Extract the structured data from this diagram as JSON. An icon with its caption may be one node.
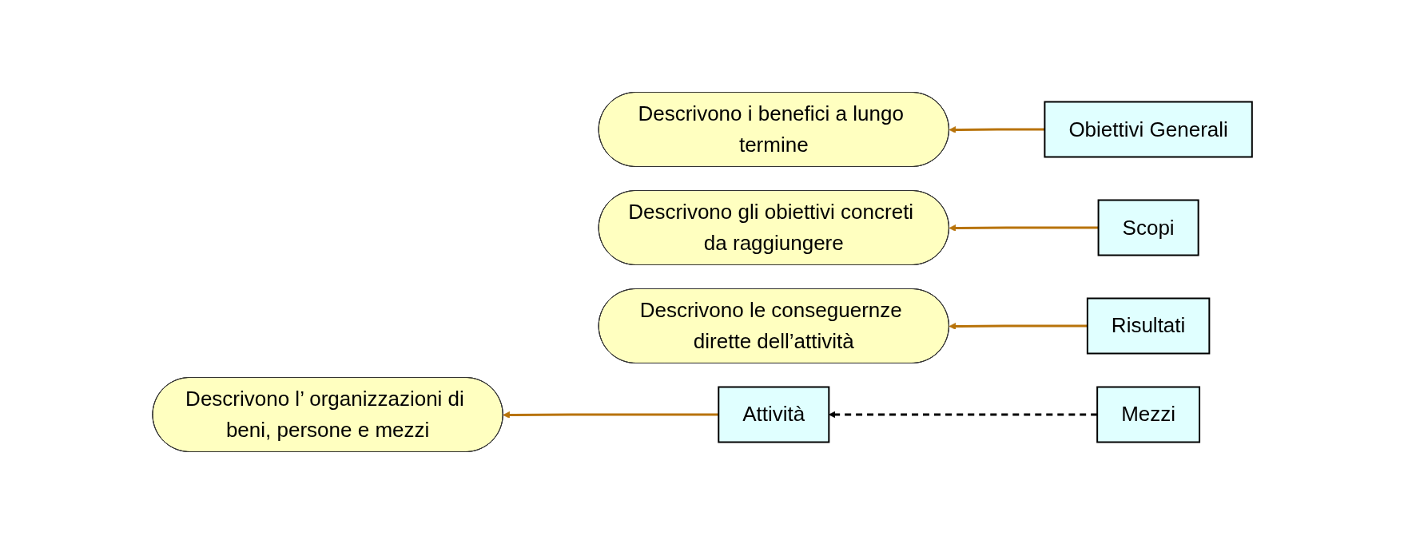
{
  "diagram": {
    "nodes": [
      {
        "text": [
          "Descrivono i benefici a lungo termine"
        ]
      },
      {
        "text": [
          "Obiettivi Generali"
        ]
      },
      {
        "text": [
          "Descrivono gli obiettivi concreti da raggiungere"
        ]
      },
      {
        "text": [
          "Scopi"
        ]
      },
      {
        "text": [
          "Descrivono le conseguernze dirette dell’attività"
        ]
      },
      {
        "text": [
          "Risultati"
        ]
      },
      {
        "text": [
          "Descrivono l’ organizzazioni di beni, persone e mezzi"
        ]
      },
      {
        "text": [
          "Attività"
        ]
      },
      {
        "text": [
          "Mezzi"
        ]
      }
    ],
    "edges": [
      {
        "from": 1,
        "to": 0,
        "arrow": "to"
      },
      {
        "from": 3,
        "to": 2,
        "arrow": "to"
      },
      {
        "from": 5,
        "to": 4,
        "arrow": "to"
      },
      {
        "from": 7,
        "to": 6,
        "arrow": "to"
      },
      {
        "from": 8,
        "to": 7,
        "arrow": "to",
        "style": "dashed",
        "color": "#000000"
      }
    ]
  }
}
